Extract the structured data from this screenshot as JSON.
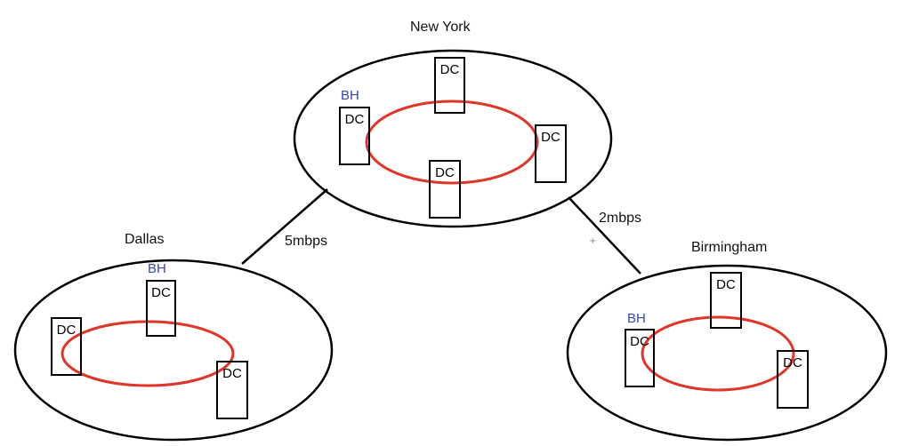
{
  "sites": {
    "new_york": {
      "name": "New York",
      "bh": "BH",
      "dc": [
        "DC",
        "DC",
        "DC",
        "DC"
      ]
    },
    "dallas": {
      "name": "Dallas",
      "bh": "BH",
      "dc": [
        "DC",
        "DC",
        "DC"
      ]
    },
    "birmingham": {
      "name": "Birmingham",
      "bh": "BH",
      "dc": [
        "DC",
        "DC",
        "DC"
      ]
    }
  },
  "links": {
    "dallas_ny": "5mbps",
    "ny_birmingham": "2mbps"
  },
  "colors": {
    "site_outline": "#000000",
    "replication_ring": "#e0362a",
    "bridgehead_text": "#3a45b8"
  }
}
